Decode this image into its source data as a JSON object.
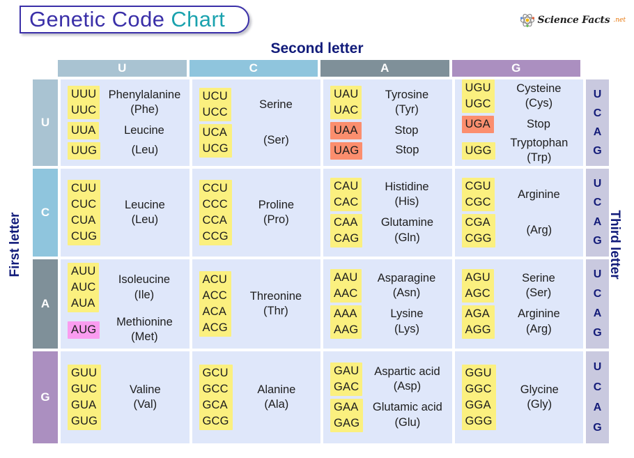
{
  "title": {
    "main": "Genetic Code ",
    "sub": "Chart"
  },
  "logo": {
    "name": "Science Facts",
    "tld": ".net",
    "icon": "atom-icon"
  },
  "labels": {
    "second_letter": "Second letter",
    "first_letter": "First letter",
    "third_letter": "Third letter"
  },
  "colors": {
    "header_U": "#a9c3d2",
    "header_C": "#8fc5dd",
    "header_A": "#7f9099",
    "header_G": "#ab8fc0",
    "codon_normal": "#fbf07f",
    "codon_stop": "#fb8e6e",
    "codon_start": "#fa9cf0",
    "cell_bg": "#dfe7fa",
    "third_col_bg": "#c9c9df",
    "text_navy": "#111b7a",
    "title_main": "#3a2fa8",
    "title_sub": "#1aa2ae"
  },
  "second_letters": [
    "U",
    "C",
    "A",
    "G"
  ],
  "first_letters": [
    "U",
    "C",
    "A",
    "G"
  ],
  "third_letters": [
    "U",
    "C",
    "A",
    "G"
  ],
  "rows": [
    {
      "first": "U",
      "cells": [
        {
          "groups": [
            {
              "codons": [
                "UUU",
                "UUC"
              ],
              "highlight": "normal",
              "amino": "Phenylalanine",
              "abbr": "(Phe)"
            },
            {
              "codons": [
                "UUA"
              ],
              "highlight": "normal",
              "amino": "Leucine",
              "abbr": ""
            },
            {
              "codons": [
                "UUG"
              ],
              "highlight": "normal",
              "amino": "",
              "abbr": "(Leu)"
            }
          ]
        },
        {
          "groups": [
            {
              "codons": [
                "UCU",
                "UCC"
              ],
              "highlight": "normal",
              "amino": "Serine",
              "abbr": ""
            },
            {
              "codons": [
                "UCA",
                "UCG"
              ],
              "highlight": "normal",
              "amino": "",
              "abbr": "(Ser)"
            }
          ]
        },
        {
          "groups": [
            {
              "codons": [
                "UAU",
                "UAC"
              ],
              "highlight": "normal",
              "amino": "Tyrosine",
              "abbr": "(Tyr)"
            },
            {
              "codons": [
                "UAA"
              ],
              "highlight": "stop",
              "amino": "Stop",
              "abbr": ""
            },
            {
              "codons": [
                "UAG"
              ],
              "highlight": "stop",
              "amino": "Stop",
              "abbr": ""
            }
          ]
        },
        {
          "groups": [
            {
              "codons": [
                "UGU",
                "UGC"
              ],
              "highlight": "normal",
              "amino": "Cysteine",
              "abbr": "(Cys)"
            },
            {
              "codons": [
                "UGA"
              ],
              "highlight": "stop",
              "amino": "Stop",
              "abbr": ""
            },
            {
              "codons": [
                "UGG"
              ],
              "highlight": "normal",
              "amino": "Tryptophan (Trp)",
              "abbr": ""
            }
          ]
        }
      ]
    },
    {
      "first": "C",
      "cells": [
        {
          "groups": [
            {
              "codons": [
                "CUU",
                "CUC",
                "CUA",
                "CUG"
              ],
              "highlight": "normal",
              "amino": "Leucine",
              "abbr": "(Leu)"
            }
          ]
        },
        {
          "groups": [
            {
              "codons": [
                "CCU",
                "CCC",
                "CCA",
                "CCG"
              ],
              "highlight": "normal",
              "amino": "Proline",
              "abbr": "(Pro)"
            }
          ]
        },
        {
          "groups": [
            {
              "codons": [
                "CAU",
                "CAC"
              ],
              "highlight": "normal",
              "amino": "Histidine",
              "abbr": "(His)"
            },
            {
              "codons": [
                "CAA",
                "CAG"
              ],
              "highlight": "normal",
              "amino": "Glutamine",
              "abbr": "(Gln)"
            }
          ]
        },
        {
          "groups": [
            {
              "codons": [
                "CGU",
                "CGC"
              ],
              "highlight": "normal",
              "amino": "Arginine",
              "abbr": ""
            },
            {
              "codons": [
                "CGA",
                "CGG"
              ],
              "highlight": "normal",
              "amino": "",
              "abbr": "(Arg)"
            }
          ]
        }
      ]
    },
    {
      "first": "A",
      "cells": [
        {
          "groups": [
            {
              "codons": [
                "AUU",
                "AUC",
                "AUA"
              ],
              "highlight": "normal",
              "amino": "Isoleucine",
              "abbr": "(Ile)"
            },
            {
              "codons": [
                "AUG"
              ],
              "highlight": "start",
              "amino": "Methionine",
              "abbr": "(Met)"
            }
          ]
        },
        {
          "groups": [
            {
              "codons": [
                "ACU",
                "ACC",
                "ACA",
                "ACG"
              ],
              "highlight": "normal",
              "amino": "Threonine",
              "abbr": "(Thr)"
            }
          ]
        },
        {
          "groups": [
            {
              "codons": [
                "AAU",
                "AAC"
              ],
              "highlight": "normal",
              "amino": "Asparagine",
              "abbr": "(Asn)"
            },
            {
              "codons": [
                "AAA",
                "AAG"
              ],
              "highlight": "normal",
              "amino": "Lysine",
              "abbr": "(Lys)"
            }
          ]
        },
        {
          "groups": [
            {
              "codons": [
                "AGU",
                "AGC"
              ],
              "highlight": "normal",
              "amino": "Serine",
              "abbr": "(Ser)"
            },
            {
              "codons": [
                "AGA",
                "AGG"
              ],
              "highlight": "normal",
              "amino": "Arginine",
              "abbr": "(Arg)"
            }
          ]
        }
      ]
    },
    {
      "first": "G",
      "cells": [
        {
          "groups": [
            {
              "codons": [
                "GUU",
                "GUC",
                "GUA",
                "GUG"
              ],
              "highlight": "normal",
              "amino": "Valine",
              "abbr": "(Val)"
            }
          ]
        },
        {
          "groups": [
            {
              "codons": [
                "GCU",
                "GCC",
                "GCA",
                "GCG"
              ],
              "highlight": "normal",
              "amino": "Alanine",
              "abbr": "(Ala)"
            }
          ]
        },
        {
          "groups": [
            {
              "codons": [
                "GAU",
                "GAC"
              ],
              "highlight": "normal",
              "amino": "Aspartic acid",
              "abbr": "(Asp)"
            },
            {
              "codons": [
                "GAA",
                "GAG"
              ],
              "highlight": "normal",
              "amino": "Glutamic acid",
              "abbr": "(Glu)"
            }
          ]
        },
        {
          "groups": [
            {
              "codons": [
                "GGU",
                "GGC",
                "GGA",
                "GGG"
              ],
              "highlight": "normal",
              "amino": "Glycine",
              "abbr": "(Gly)"
            }
          ]
        }
      ]
    }
  ]
}
